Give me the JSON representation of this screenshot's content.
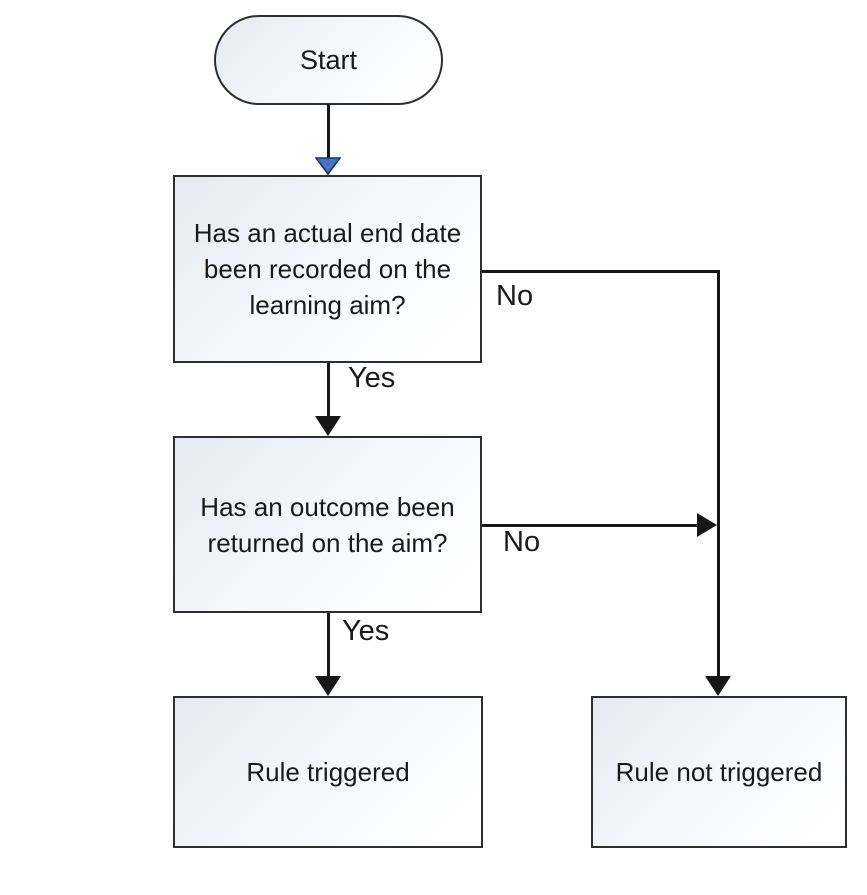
{
  "flowchart": {
    "nodes": {
      "start": {
        "type": "terminator",
        "label": "Start"
      },
      "question1": {
        "type": "process",
        "label": "Has an actual end date been recorded on the learning aim?",
        "lines": [
          "Has an actual end date",
          "been recorded on the",
          "learning aim?"
        ]
      },
      "question2": {
        "type": "process",
        "label": "Has an outcome been returned on the aim?",
        "lines": [
          "Has an outcome been",
          "returned on the aim?"
        ]
      },
      "rule_triggered": {
        "type": "process",
        "label": "Rule triggered"
      },
      "rule_not_triggered": {
        "type": "process",
        "label": "Rule not triggered"
      }
    },
    "edges": [
      {
        "from": "start",
        "to": "question1",
        "label": ""
      },
      {
        "from": "question1",
        "to": "question2",
        "label": "Yes"
      },
      {
        "from": "question1",
        "to": "rule_not_triggered",
        "label": "No"
      },
      {
        "from": "question2",
        "to": "rule_triggered",
        "label": "Yes"
      },
      {
        "from": "question2",
        "to": "rule_not_triggered",
        "label": "No"
      }
    ],
    "colors": {
      "node_border": "#2f2f2f",
      "node_fill_top_left": "#e6e9f2",
      "node_fill_bottom_right": "#ffffff",
      "connector": "#161616",
      "first_arrowhead_fill": "#4472c4",
      "first_arrowhead_outline": "#17365d",
      "text": "#1a1a1a",
      "background": "#ffffff"
    }
  }
}
